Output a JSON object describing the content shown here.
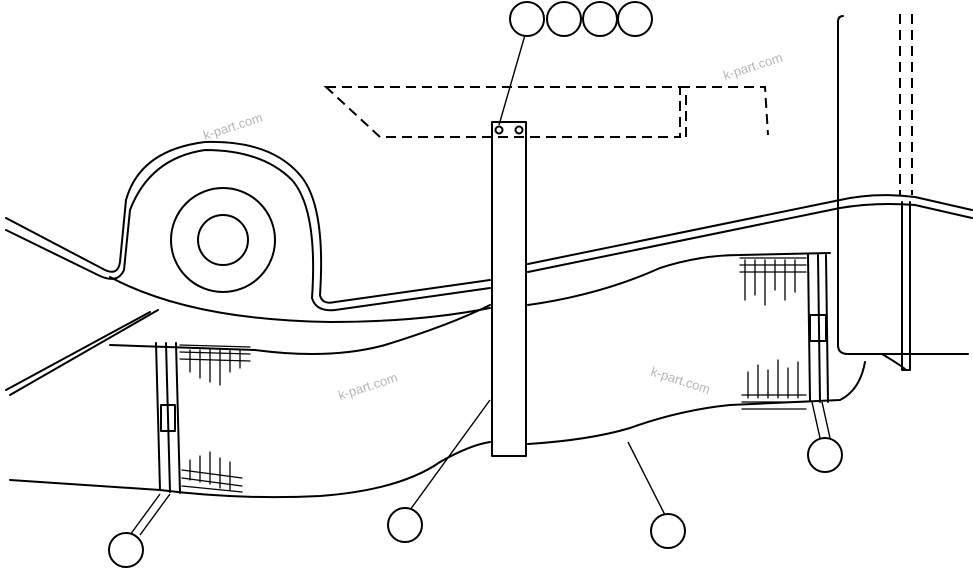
{
  "watermark": "k-part.com",
  "callouts": [
    {
      "id": "c1",
      "text": ""
    },
    {
      "id": "c2",
      "text": ""
    },
    {
      "id": "c3",
      "text": ""
    },
    {
      "id": "c4",
      "text": ""
    },
    {
      "id": "c5",
      "text": ""
    },
    {
      "id": "c6",
      "text": ""
    },
    {
      "id": "c7",
      "text": ""
    },
    {
      "id": "c8",
      "text": ""
    }
  ]
}
